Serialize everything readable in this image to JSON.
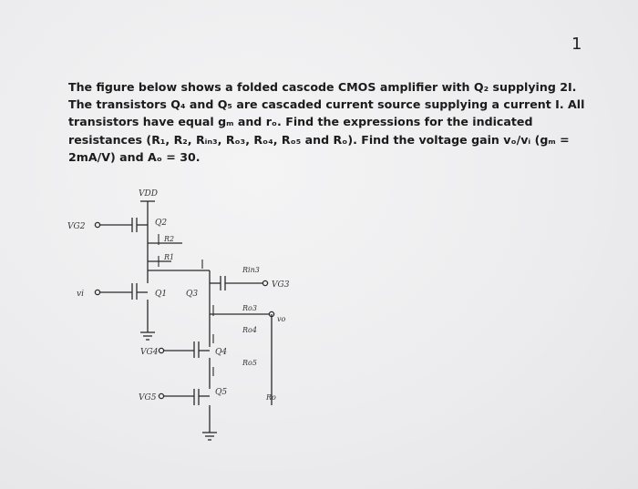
{
  "page_mark": "1",
  "problem": {
    "lines": [
      "The figure below shows a folded cascode CMOS amplifier with Q₂ supplying 2I.",
      "The transistors Q₄ and Q₅ are cascaded current source supplying a current I. All",
      "transistors have equal gₘ and rₒ. Find the expressions for the indicated",
      "resistances (R₁, R₂, Rᵢₙ₃, Rₒ₃, Rₒ₄, Rₒ₅ and Rₒ). Find the voltage gain vₒ/vᵢ (gₘ =",
      "2mA/V) and Aₒ = 30."
    ]
  },
  "circuit": {
    "labels": {
      "vdd": "VDD",
      "vg2": "VG2",
      "vi": "vi",
      "q2": "Q2",
      "q1": "Q1",
      "q3": "Q3",
      "q4": "Q4",
      "q5": "Q5",
      "r2": "R2",
      "r1": "R1",
      "rin3": "Rin3",
      "vg3": "VG3",
      "ro3": "Ro3",
      "ro4": "Ro4",
      "vo": "vo",
      "vg4": "VG4",
      "vg5": "VG5",
      "ro5": "Ro5",
      "ro": "Ro"
    }
  }
}
